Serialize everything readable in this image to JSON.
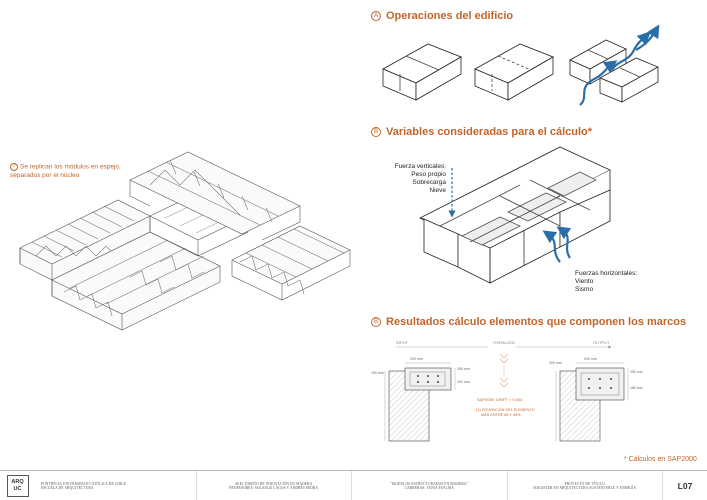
{
  "sections": {
    "a": {
      "badge": "A",
      "title": "Operaciones del edificio"
    },
    "b": {
      "badge": "B",
      "title": "Variables consideradas para el cálculo*"
    },
    "c": {
      "badge": "B",
      "title": "Resultados cálculo elementos que componen los marcos"
    }
  },
  "note7": {
    "badge": "7",
    "text": "Se replican los módulos en espejo, separados por el núcleo"
  },
  "variables": {
    "vertical": [
      "Fuerza verticales:",
      "Peso propio",
      "Sobrecarga",
      "Nieve"
    ],
    "horizontal": [
      "Fuerzas horizontales:",
      "Viento",
      "Sismo"
    ]
  },
  "calc_diagram": {
    "input": "INPUT",
    "iteration": "ITERACIÓN",
    "output": "OUTPUT",
    "formula": "SAP2000: DRIFT < 0,004",
    "ratio": [
      "(1) OCUPACIÓN DEL ELEMENTO",
      "MÁS ENTRE 85 Y 95%"
    ],
    "input_dims": [
      "150 mm",
      "200 mm",
      "180 mm",
      "200 mm"
    ],
    "output_dims": [
      "200 mm",
      "200 mm",
      "250 mm",
      "180 mm"
    ]
  },
  "footnote": "* Cálculos en SAP2000",
  "footer": {
    "logo": [
      "ARQ",
      "UC"
    ],
    "col1": [
      "PONTIFICIA UNIVERSIDAD CATÓLICA DE CHILE",
      "ESCUELA DE ARQUITECTURA"
    ],
    "col2": [
      "SEM. DISEÑO DE INNOVACIÓN EN MADERA",
      "PROFESORES: SOLANGE LAGOS Y ANDRÉS SEDRA"
    ],
    "col3": [
      "\"MODULOS ESTRUCTURADOS EN MADERA\"",
      "CARRERAS: TANIA PUELMA"
    ],
    "col4": [
      "PROYECTO DE TÍTULO",
      "MAGISTER EN ARQUITECTURA SUSTENTABLE Y ENERGÍA"
    ],
    "sheet": "L07"
  },
  "colors": {
    "accent": "#c2652a",
    "arrow": "#2a6ea8"
  }
}
